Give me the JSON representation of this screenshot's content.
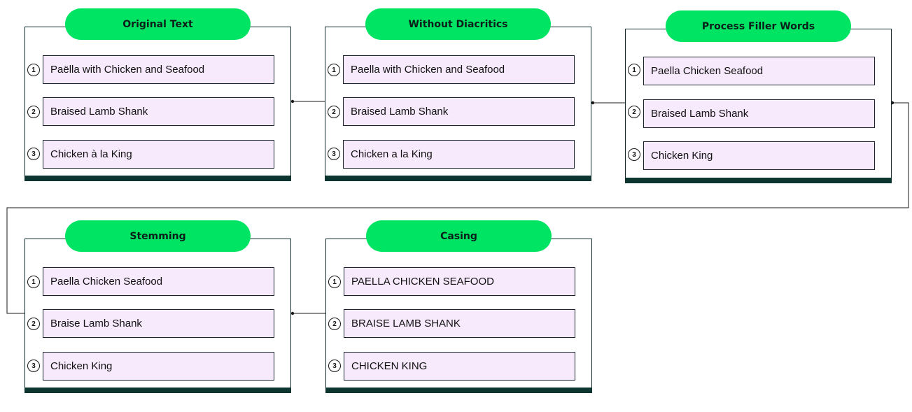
{
  "colors": {
    "pill": "#00e463",
    "item_bg": "#f6eafc",
    "border": "#0f2b2b",
    "footer": "#0d3530"
  },
  "stages": [
    {
      "title": "Original Text",
      "items": [
        {
          "num": "1",
          "text": "Paëlla with Chicken and Seafood"
        },
        {
          "num": "2",
          "text": "Braised Lamb Shank"
        },
        {
          "num": "3",
          "text": "Chicken à la King"
        }
      ]
    },
    {
      "title": "Without Diacritics",
      "items": [
        {
          "num": "1",
          "text": "Paella with Chicken and Seafood"
        },
        {
          "num": "2",
          "text": "Braised Lamb Shank"
        },
        {
          "num": "3",
          "text": "Chicken a la King"
        }
      ]
    },
    {
      "title": "Process Filler Words",
      "items": [
        {
          "num": "1",
          "text": "Paella Chicken Seafood"
        },
        {
          "num": "2",
          "text": "Braised Lamb Shank"
        },
        {
          "num": "3",
          "text": "Chicken King"
        }
      ]
    },
    {
      "title": "Stemming",
      "items": [
        {
          "num": "1",
          "text": "Paella Chicken Seafood"
        },
        {
          "num": "2",
          "text": "Braise Lamb Shank"
        },
        {
          "num": "3",
          "text": "Chicken King"
        }
      ]
    },
    {
      "title": "Casing",
      "items": [
        {
          "num": "1",
          "text": "PAELLA CHICKEN SEAFOOD"
        },
        {
          "num": "2",
          "text": "BRAISE LAMB SHANK"
        },
        {
          "num": "3",
          "text": "CHICKEN KING"
        }
      ]
    }
  ]
}
